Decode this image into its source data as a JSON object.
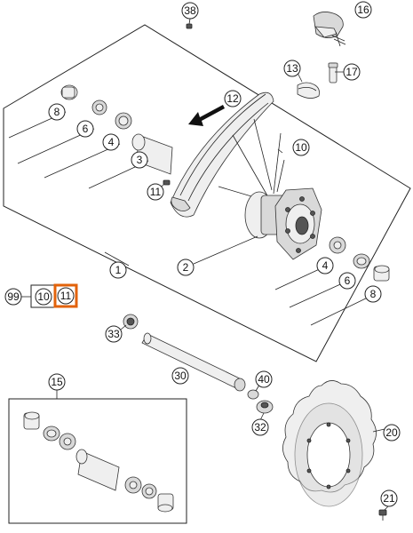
{
  "callouts": {
    "c38": "38",
    "c16": "16",
    "c13": "13",
    "c17": "17",
    "c12": "12",
    "c10_spoke": "10",
    "c8_top": "8",
    "c6_top": "6",
    "c4_top": "4",
    "c3": "3",
    "c11_nipple": "11",
    "c1": "1",
    "c2": "2",
    "c4_bot": "4",
    "c6_bot": "6",
    "c8_bot": "8",
    "c99": "99",
    "c10_box": "10",
    "c11_box": "11",
    "c33": "33",
    "c30": "30",
    "c15": "15",
    "c40": "40",
    "c32": "32",
    "c20": "20",
    "c21": "21"
  },
  "colors": {
    "highlight": "#e2620a",
    "line": "#222222"
  }
}
